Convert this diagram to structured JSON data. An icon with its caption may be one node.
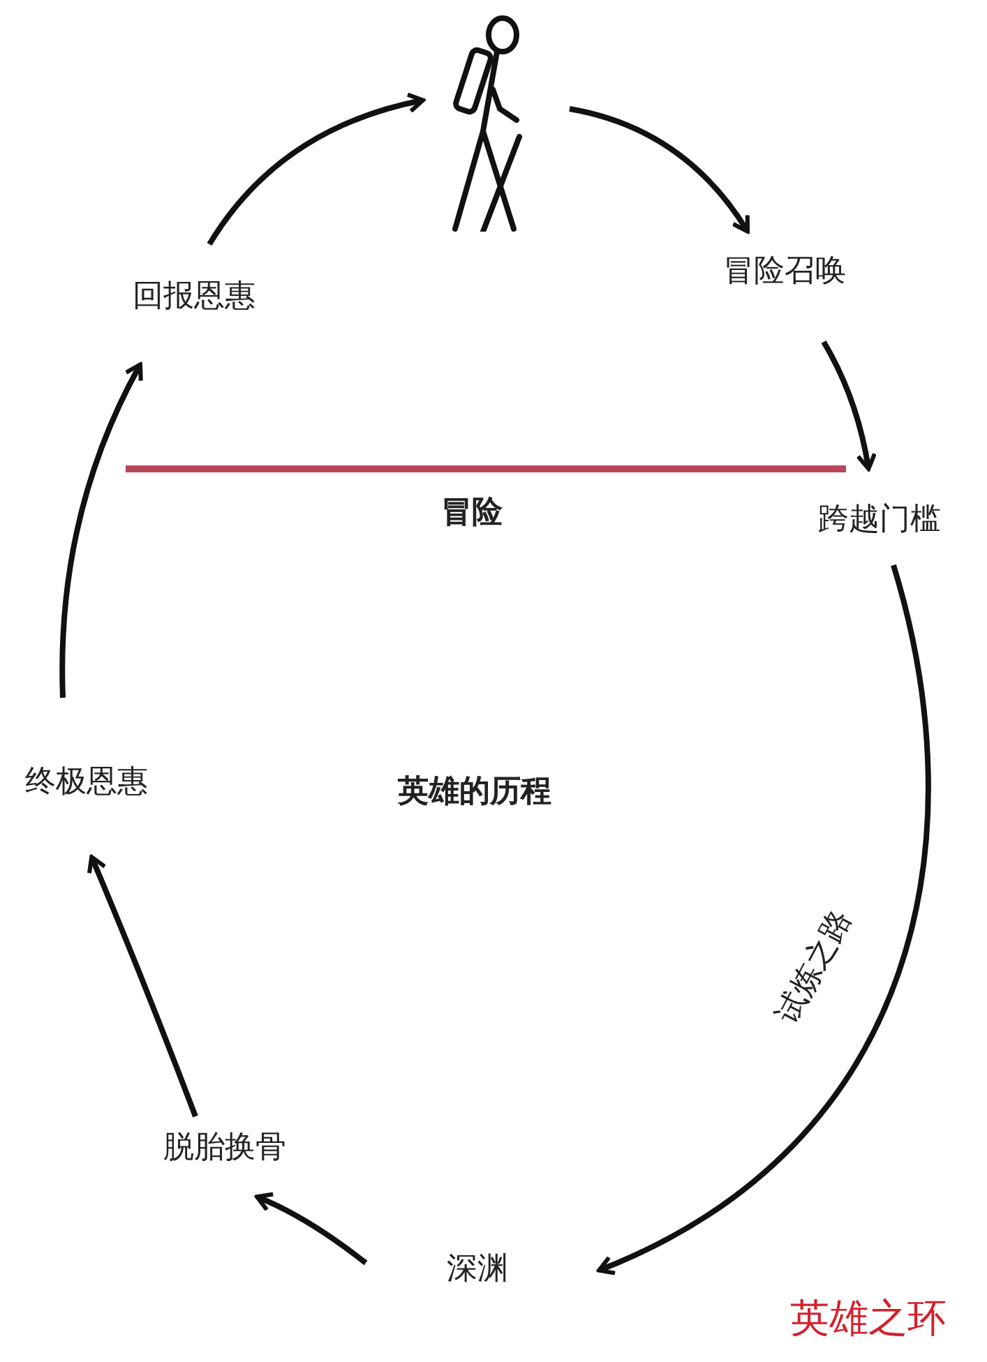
{
  "diagram": {
    "caption": "英雄之环",
    "nodes": [
      {
        "text": [],
        "shape": "person"
      },
      {
        "text": [
          "冒险召唤"
        ]
      },
      {
        "text": [
          "跨越门槛"
        ]
      },
      {
        "text": [
          "深渊"
        ]
      },
      {
        "text": [
          "脱胎换骨"
        ]
      },
      {
        "text": [
          "终极恩惠"
        ]
      },
      {
        "text": [
          "回报恩惠"
        ]
      }
    ],
    "edges": [
      {
        "from": 0,
        "to": 1,
        "arrow": "to"
      },
      {
        "from": 1,
        "to": 2,
        "arrow": "to"
      },
      {
        "from": 2,
        "to": 3,
        "arrow": "to",
        "label": "试炼之路"
      },
      {
        "from": 3,
        "to": 4,
        "arrow": "to"
      },
      {
        "from": 4,
        "to": 5,
        "arrow": "to"
      },
      {
        "from": 5,
        "to": 6,
        "arrow": "to"
      },
      {
        "from": 6,
        "to": 0,
        "arrow": "to"
      }
    ],
    "labels": [
      "冒险",
      "英雄的历程"
    ]
  }
}
